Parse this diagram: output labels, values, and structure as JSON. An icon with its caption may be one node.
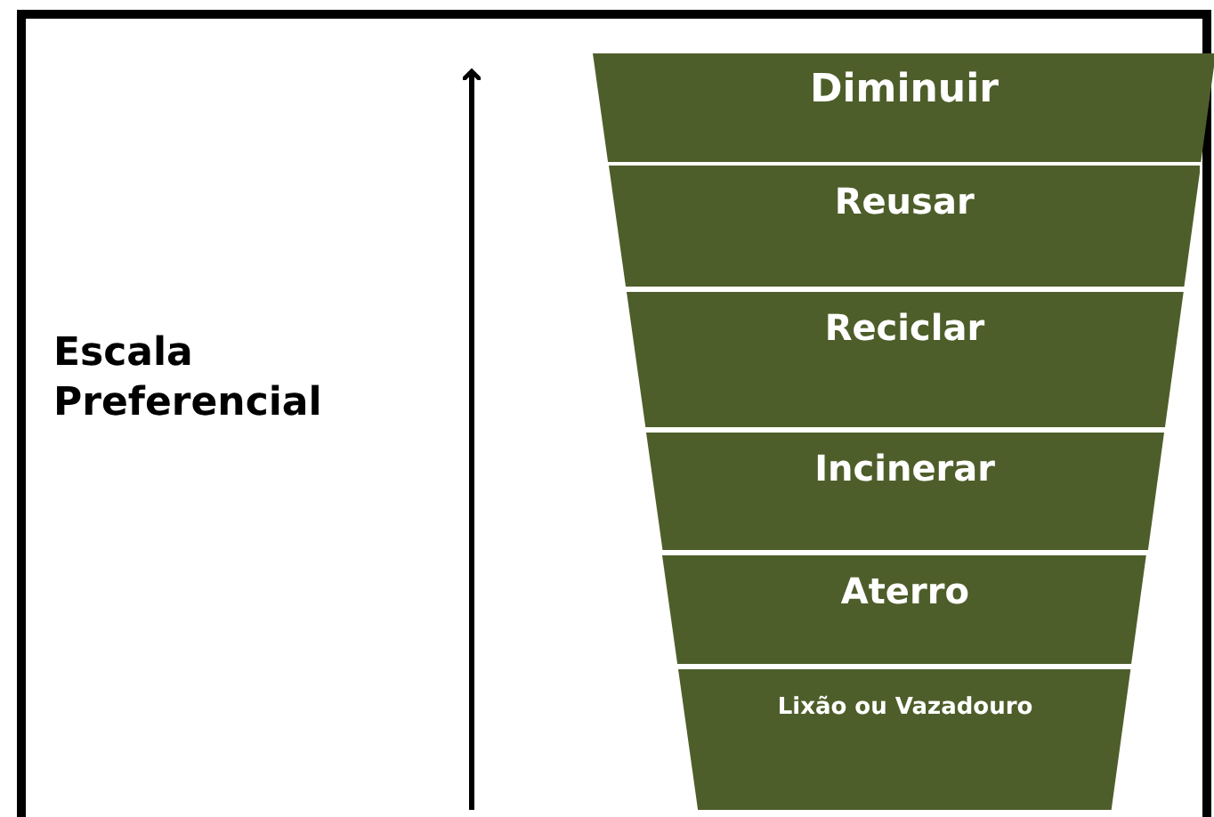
{
  "diagram": {
    "nodes": [
      {
        "text": [
          "Diminuir"
        ]
      },
      {
        "text": [
          "Reusar"
        ]
      },
      {
        "text": [
          "Reciclar"
        ]
      },
      {
        "text": [
          "Incinerar"
        ]
      },
      {
        "text": [
          "Aterro"
        ]
      },
      {
        "text": [
          "Lixão ou Vazadouro"
        ]
      }
    ],
    "labels": [
      "Escala Preferencial"
    ]
  }
}
